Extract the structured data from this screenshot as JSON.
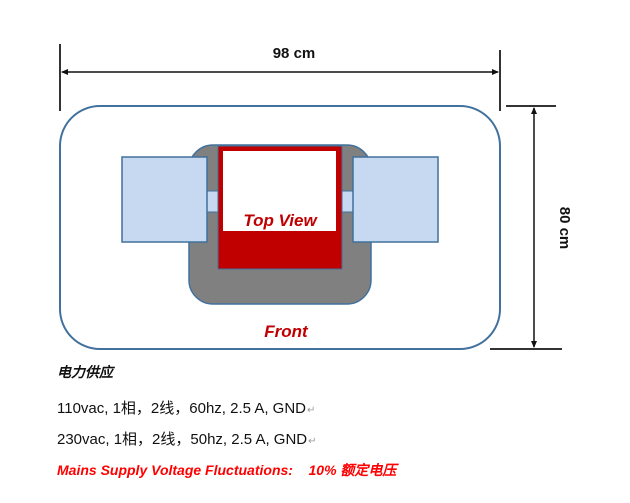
{
  "diagram": {
    "width_label": "98 cm",
    "height_label": "80 cm",
    "top_view_label": "Top View",
    "front_label": "Front"
  },
  "colors": {
    "outline_blue": "#41719c",
    "panel_fill": "#c6d9f1",
    "base_gray": "#808080",
    "unit_red": "#c00000",
    "warning_red": "#ff0000"
  },
  "power": {
    "heading": "电力供应",
    "specs": [
      "110vac, 1相，2线，60hz, 2.5 A, GND",
      "230vac, 1相，2线，50hz, 2.5 A, GND"
    ],
    "paragraph_mark": "↵",
    "fluctuation": "Mains Supply Voltage Fluctuations:    10% 额定电压"
  }
}
